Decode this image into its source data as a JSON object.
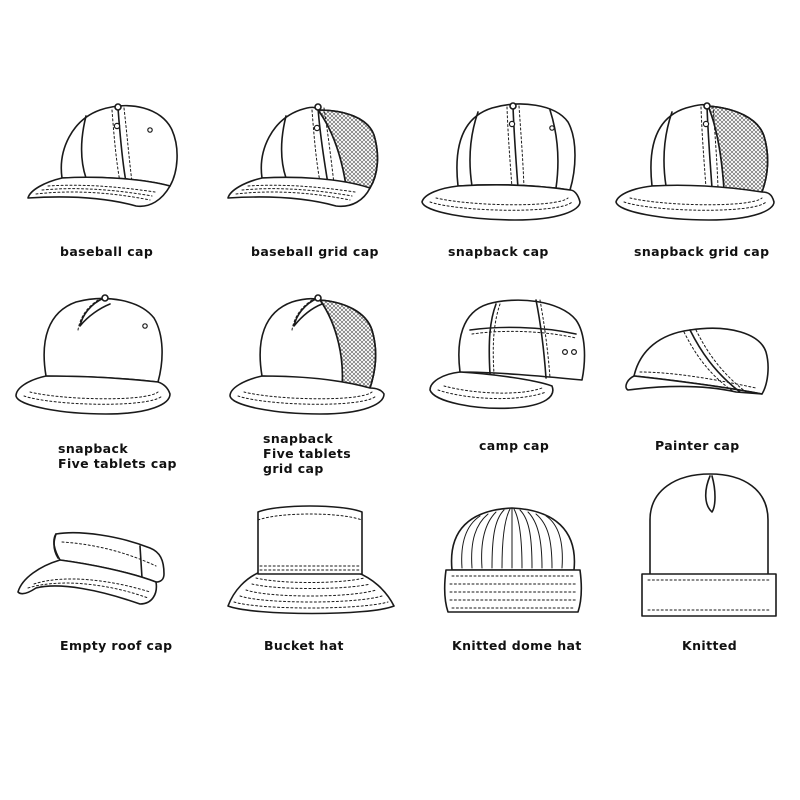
{
  "hats": [
    {
      "id": "baseball-cap",
      "label": [
        "baseball cap"
      ]
    },
    {
      "id": "baseball-grid-cap",
      "label": [
        "baseball grid cap"
      ]
    },
    {
      "id": "snapback-cap",
      "label": [
        "snapback  cap"
      ]
    },
    {
      "id": "snapback-grid-cap",
      "label": [
        "snapback grid cap"
      ]
    },
    {
      "id": "snapback-five-tablets-cap",
      "label": [
        "snapback",
        "Five tablets cap"
      ]
    },
    {
      "id": "snapback-five-tablets-grid-cap",
      "label": [
        "snapback",
        "Five tablets",
        "grid cap"
      ]
    },
    {
      "id": "camp-cap",
      "label": [
        "camp cap"
      ]
    },
    {
      "id": "painter-cap",
      "label": [
        "Painter cap"
      ]
    },
    {
      "id": "empty-roof-cap",
      "label": [
        "Empty roof cap"
      ]
    },
    {
      "id": "bucket-hat",
      "label": [
        "Bucket  hat"
      ]
    },
    {
      "id": "knitted-dome-hat",
      "label": [
        "Knitted dome hat"
      ]
    },
    {
      "id": "knitted",
      "label": [
        "Knitted"
      ]
    }
  ],
  "colors": {
    "line": "#1a1a1a",
    "background": "#ffffff"
  }
}
